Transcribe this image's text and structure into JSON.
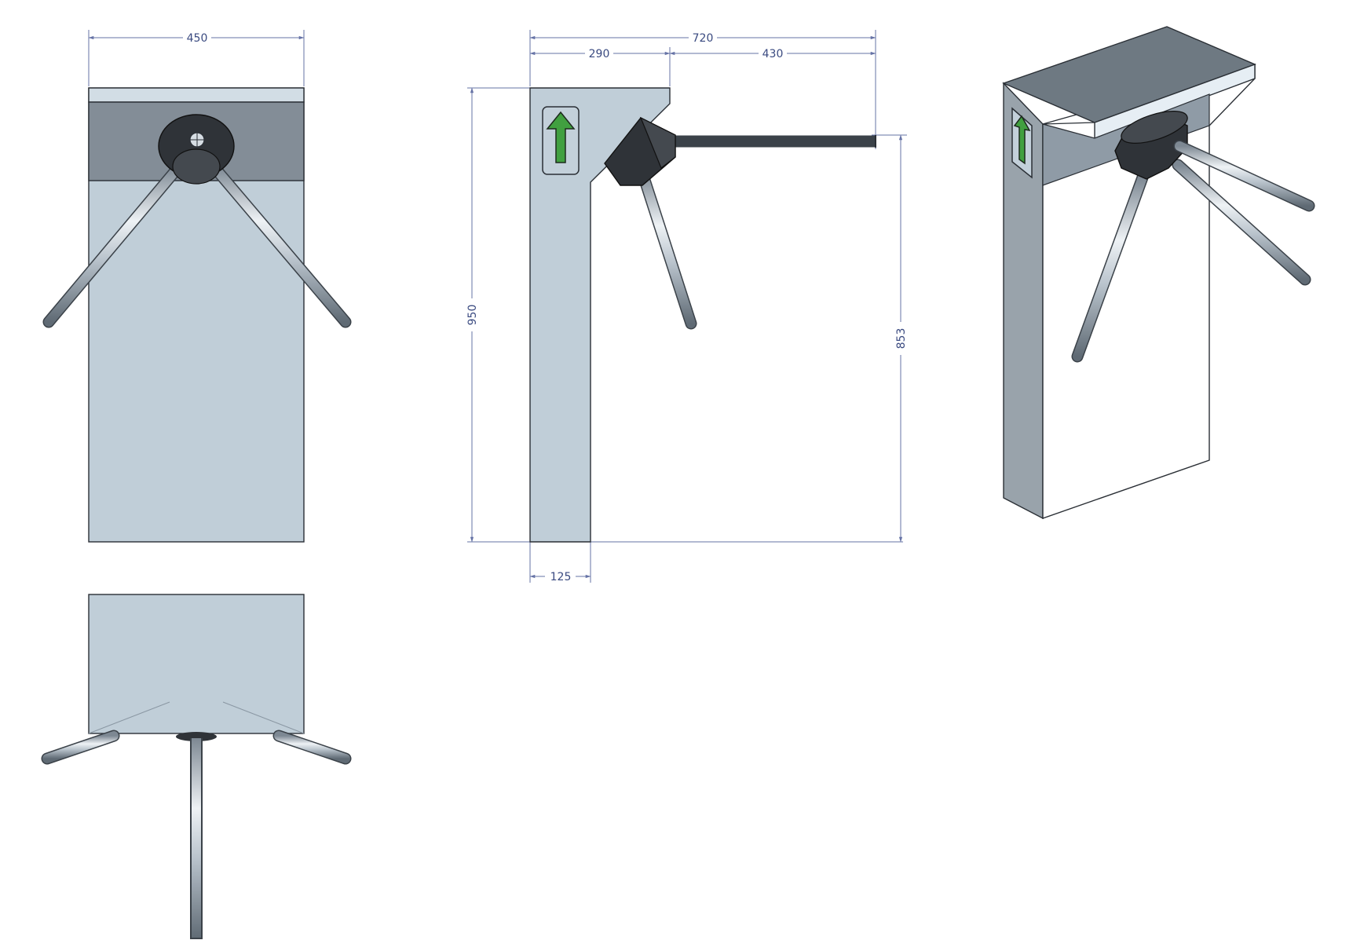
{
  "dimensions": {
    "front_width": "450",
    "total_depth": "720",
    "cabinet_depth": "290",
    "arm_reach": "430",
    "height": "950",
    "arm_height": "853",
    "post_width": "125"
  },
  "colors": {
    "panel": "#c0ced8",
    "panel_dark": "#838d97",
    "arm_metal": "#b9c3cc",
    "hub": "#2f3338",
    "arrow_green": "#41a040",
    "dimension_lines": "#6673a6"
  },
  "icons": {
    "direction_arrow": "arrow-up-icon"
  }
}
